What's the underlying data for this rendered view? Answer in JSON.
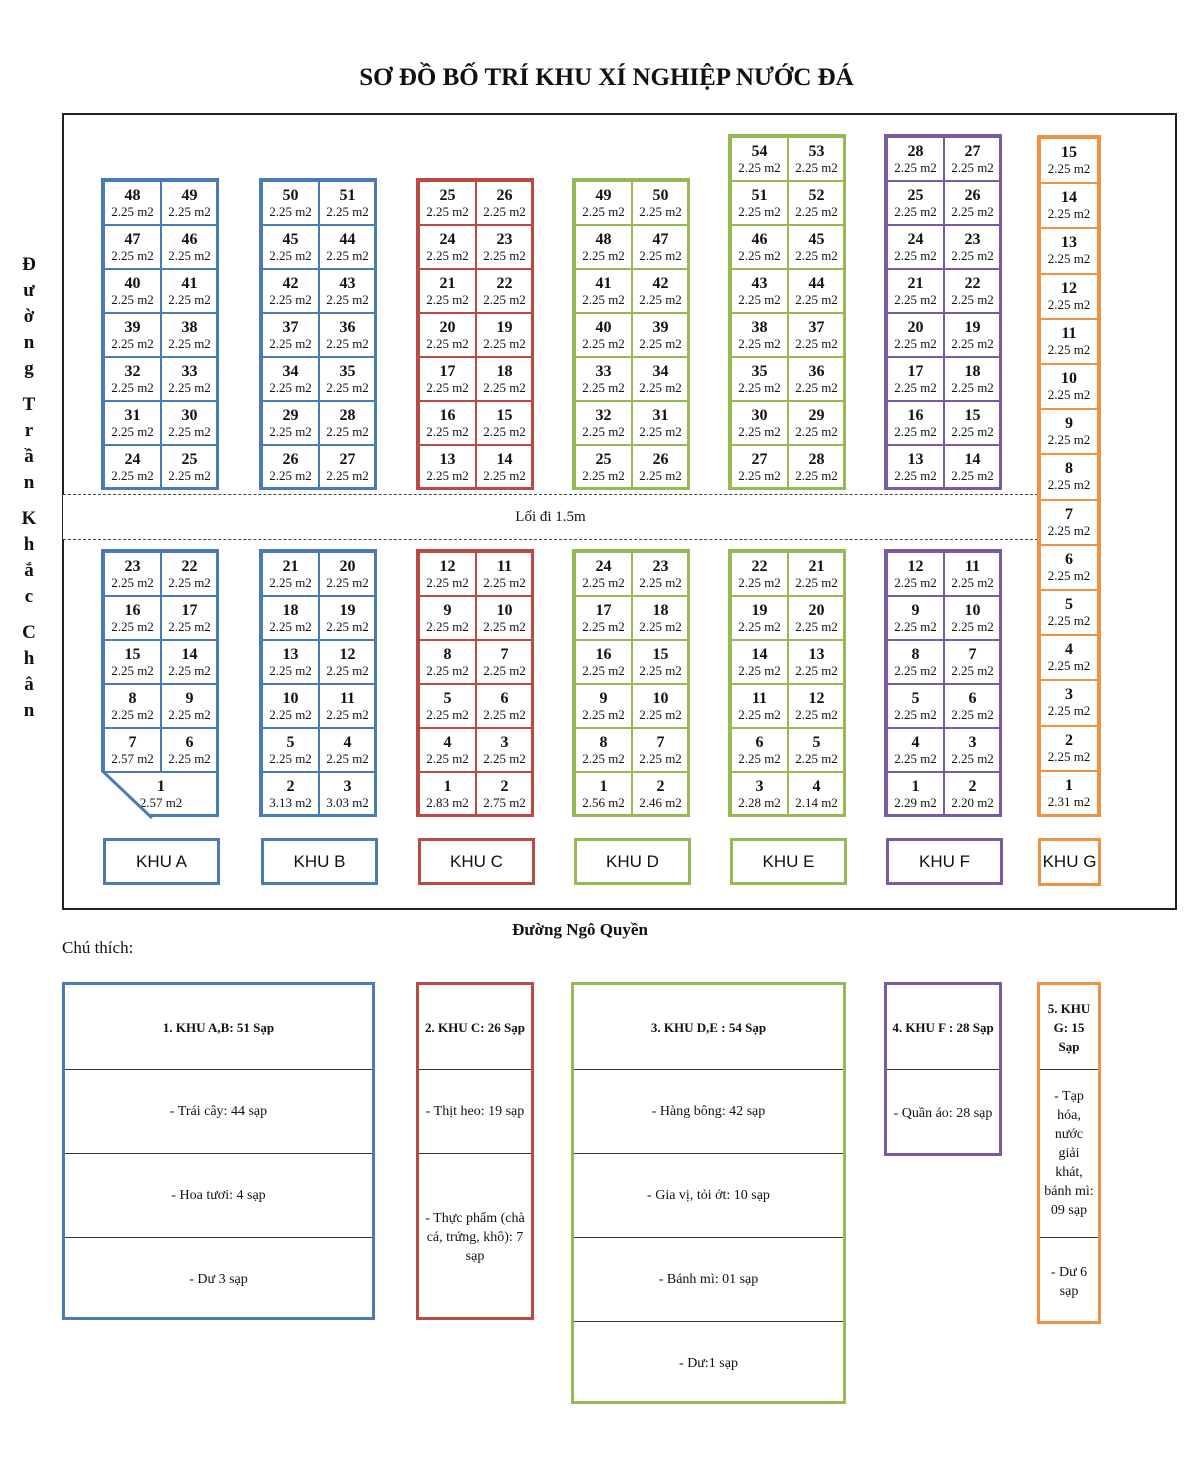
{
  "title": "SƠ ĐỒ BỐ TRÍ KHU XÍ NGHIỆP NƯỚC ĐÁ",
  "walkway_label": "Lối đi 1.5m",
  "street_left": "Đường Trần Khắc Chân",
  "street_bottom": "Đường Ngô Quyền",
  "legend_title": "Chú thích:",
  "colors": {
    "khu_a_b": "#4a7ab7",
    "khu_c": "#bb4a45",
    "khu_d_e": "#96b955",
    "khu_f": "#7a5ba1",
    "khu_g": "#ee9346"
  },
  "zones": [
    {
      "name": "KHU A",
      "color": "blue",
      "upper": [
        [
          "48",
          "2.25 m2",
          "49",
          "2.25 m2"
        ],
        [
          "47",
          "2.25 m2",
          "46",
          "2.25 m2"
        ],
        [
          "40",
          "2.25 m2",
          "41",
          "2.25 m2"
        ],
        [
          "39",
          "2.25 m2",
          "38",
          "2.25 m2"
        ],
        [
          "32",
          "2.25 m2",
          "33",
          "2.25 m2"
        ],
        [
          "31",
          "2.25 m2",
          "30",
          "2.25 m2"
        ],
        [
          "24",
          "2.25 m2",
          "25",
          "2.25 m2"
        ]
      ],
      "lower": [
        [
          "23",
          "2.25 m2",
          "22",
          "2.25 m2"
        ],
        [
          "16",
          "2.25 m2",
          "17",
          "2.25 m2"
        ],
        [
          "15",
          "2.25 m2",
          "14",
          "2.25 m2"
        ],
        [
          "8",
          "2.25 m2",
          "9",
          "2.25 m2"
        ],
        [
          "7",
          "2.57 m2",
          "6",
          "2.25 m2"
        ],
        [
          "",
          "",
          "1",
          "2.57 m2"
        ]
      ]
    },
    {
      "name": "KHU B",
      "color": "blue",
      "upper": [
        [
          "50",
          "2.25 m2",
          "51",
          "2.25 m2"
        ],
        [
          "45",
          "2.25 m2",
          "44",
          "2.25 m2"
        ],
        [
          "42",
          "2.25 m2",
          "43",
          "2.25 m2"
        ],
        [
          "37",
          "2.25 m2",
          "36",
          "2.25 m2"
        ],
        [
          "34",
          "2.25 m2",
          "35",
          "2.25 m2"
        ],
        [
          "29",
          "2.25 m2",
          "28",
          "2.25 m2"
        ],
        [
          "26",
          "2.25 m2",
          "27",
          "2.25 m2"
        ]
      ],
      "lower": [
        [
          "21",
          "2.25 m2",
          "20",
          "2.25 m2"
        ],
        [
          "18",
          "2.25 m2",
          "19",
          "2.25 m2"
        ],
        [
          "13",
          "2.25 m2",
          "12",
          "2.25 m2"
        ],
        [
          "10",
          "2.25 m2",
          "11",
          "2.25 m2"
        ],
        [
          "5",
          "2.25 m2",
          "4",
          "2.25 m2"
        ],
        [
          "2",
          "3.13 m2",
          "3",
          "3.03 m2"
        ]
      ]
    },
    {
      "name": "KHU C",
      "color": "red",
      "upper": [
        [
          "25",
          "2.25 m2",
          "26",
          "2.25 m2"
        ],
        [
          "24",
          "2.25 m2",
          "23",
          "2.25 m2"
        ],
        [
          "21",
          "2.25 m2",
          "22",
          "2.25 m2"
        ],
        [
          "20",
          "2.25 m2",
          "19",
          "2.25 m2"
        ],
        [
          "17",
          "2.25 m2",
          "18",
          "2.25 m2"
        ],
        [
          "16",
          "2.25 m2",
          "15",
          "2.25 m2"
        ],
        [
          "13",
          "2.25 m2",
          "14",
          "2.25 m2"
        ]
      ],
      "lower": [
        [
          "12",
          "2.25 m2",
          "11",
          "2.25 m2"
        ],
        [
          "9",
          "2.25 m2",
          "10",
          "2.25 m2"
        ],
        [
          "8",
          "2.25 m2",
          "7",
          "2.25 m2"
        ],
        [
          "5",
          "2.25 m2",
          "6",
          "2.25 m2"
        ],
        [
          "4",
          "2.25 m2",
          "3",
          "2.25 m2"
        ],
        [
          "1",
          "2.83 m2",
          "2",
          "2.75 m2"
        ]
      ]
    },
    {
      "name": "KHU D",
      "color": "green",
      "upper": [
        [
          "49",
          "2.25 m2",
          "50",
          "2.25 m2"
        ],
        [
          "48",
          "2.25 m2",
          "47",
          "2.25 m2"
        ],
        [
          "41",
          "2.25 m2",
          "42",
          "2.25 m2"
        ],
        [
          "40",
          "2.25 m2",
          "39",
          "2.25 m2"
        ],
        [
          "33",
          "2.25 m2",
          "34",
          "2.25 m2"
        ],
        [
          "32",
          "2.25 m2",
          "31",
          "2.25 m2"
        ],
        [
          "25",
          "2.25 m2",
          "26",
          "2.25 m2"
        ]
      ],
      "lower": [
        [
          "24",
          "2.25 m2",
          "23",
          "2.25 m2"
        ],
        [
          "17",
          "2.25 m2",
          "18",
          "2.25 m2"
        ],
        [
          "16",
          "2.25 m2",
          "15",
          "2.25 m2"
        ],
        [
          "9",
          "2.25 m2",
          "10",
          "2.25 m2"
        ],
        [
          "8",
          "2.25 m2",
          "7",
          "2.25 m2"
        ],
        [
          "1",
          "2.56 m2",
          "2",
          "2.46 m2"
        ]
      ]
    },
    {
      "name": "KHU E",
      "color": "green",
      "upper": [
        [
          "54",
          "2.25 m2",
          "53",
          "2.25 m2"
        ],
        [
          "51",
          "2.25 m2",
          "52",
          "2.25 m2"
        ],
        [
          "46",
          "2.25 m2",
          "45",
          "2.25 m2"
        ],
        [
          "43",
          "2.25 m2",
          "44",
          "2.25 m2"
        ],
        [
          "38",
          "2.25 m2",
          "37",
          "2.25 m2"
        ],
        [
          "35",
          "2.25 m2",
          "36",
          "2.25 m2"
        ],
        [
          "30",
          "2.25 m2",
          "29",
          "2.25 m2"
        ],
        [
          "27",
          "2.25 m2",
          "28",
          "2.25 m2"
        ]
      ],
      "lower": [
        [
          "22",
          "2.25 m2",
          "21",
          "2.25 m2"
        ],
        [
          "19",
          "2.25 m2",
          "20",
          "2.25 m2"
        ],
        [
          "14",
          "2.25 m2",
          "13",
          "2.25 m2"
        ],
        [
          "11",
          "2.25 m2",
          "12",
          "2.25 m2"
        ],
        [
          "6",
          "2.25 m2",
          "5",
          "2.25 m2"
        ],
        [
          "3",
          "2.28 m2",
          "4",
          "2.14 m2"
        ]
      ]
    },
    {
      "name": "KHU F",
      "color": "purple",
      "upper": [
        [
          "28",
          "2.25 m2",
          "27",
          "2.25 m2"
        ],
        [
          "25",
          "2.25 m2",
          "26",
          "2.25 m2"
        ],
        [
          "24",
          "2.25 m2",
          "23",
          "2.25 m2"
        ],
        [
          "21",
          "2.25 m2",
          "22",
          "2.25 m2"
        ],
        [
          "20",
          "2.25 m2",
          "19",
          "2.25 m2"
        ],
        [
          "17",
          "2.25 m2",
          "18",
          "2.25 m2"
        ],
        [
          "16",
          "2.25 m2",
          "15",
          "2.25 m2"
        ],
        [
          "13",
          "2.25 m2",
          "14",
          "2.25 m2"
        ]
      ],
      "lower": [
        [
          "12",
          "2.25 m2",
          "11",
          "2.25 m2"
        ],
        [
          "9",
          "2.25 m2",
          "10",
          "2.25 m2"
        ],
        [
          "8",
          "2.25 m2",
          "7",
          "2.25 m2"
        ],
        [
          "5",
          "2.25 m2",
          "6",
          "2.25 m2"
        ],
        [
          "4",
          "2.25 m2",
          "3",
          "2.25 m2"
        ],
        [
          "1",
          "2.29 m2",
          "2",
          "2.20 m2"
        ]
      ]
    }
  ],
  "khu_g": {
    "name": "KHU G",
    "color": "orange",
    "stalls": [
      [
        "15",
        "2.25 m2"
      ],
      [
        "14",
        "2.25 m2"
      ],
      [
        "13",
        "2.25 m2"
      ],
      [
        "12",
        "2.25 m2"
      ],
      [
        "11",
        "2.25 m2"
      ],
      [
        "10",
        "2.25 m2"
      ],
      [
        "9",
        "2.25 m2"
      ],
      [
        "8",
        "2.25 m2"
      ],
      [
        "7",
        "2.25 m2"
      ],
      [
        "6",
        "2.25 m2"
      ],
      [
        "5",
        "2.25 m2"
      ],
      [
        "4",
        "2.25 m2"
      ],
      [
        "3",
        "2.25 m2"
      ],
      [
        "2",
        "2.25 m2"
      ],
      [
        "1",
        "2.31 m2"
      ]
    ]
  },
  "legend": [
    {
      "color": "blue",
      "head": "1. KHU A,B: 51 Sạp",
      "items": [
        "- Trái cây: 44 sạp",
        "- Hoa tươi: 4 sạp",
        "- Dư 3 sạp"
      ]
    },
    {
      "color": "red",
      "head": "2. KHU C: 26 Sạp",
      "items": [
        "- Thịt heo: 19 sạp",
        "- Thực phẩm (chà cá, trứng, khô): 7 sạp"
      ]
    },
    {
      "color": "green",
      "head": "3. KHU D,E : 54 Sạp",
      "items": [
        "- Hàng bông: 42 sạp",
        "- Gia vị, tỏi ớt: 10 sạp",
        "- Bánh mì: 01 sạp",
        "- Dư:1 sạp"
      ]
    },
    {
      "color": "purple",
      "head": "4. KHU F : 28 Sạp",
      "items": [
        "- Quần áo: 28 sạp"
      ]
    },
    {
      "color": "orange",
      "head": "5. KHU G: 15 Sạp",
      "items": [
        "- Tạp hóa, nước giải khát, bánh mì: 09 sạp",
        "- Dư 6 sạp"
      ]
    }
  ]
}
